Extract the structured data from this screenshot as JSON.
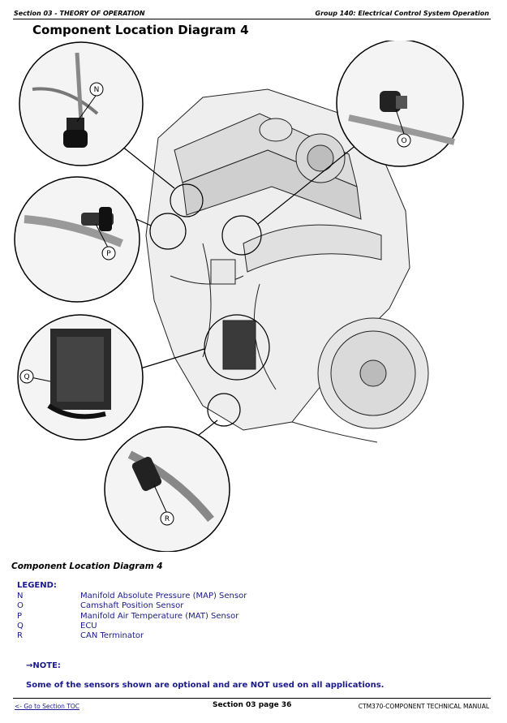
{
  "header": {
    "section": "Section 03 - THEORY OF OPERATION",
    "group": "Group 140: Electrical Control System Operation"
  },
  "page_title": "Component Location Diagram 4",
  "figure": {
    "callouts": [
      "N",
      "O",
      "P",
      "Q",
      "R"
    ]
  },
  "caption": "Component Location Diagram 4",
  "legend": {
    "heading": "LEGEND:",
    "items": [
      {
        "letter": "N",
        "text": "Manifold Absolute Pressure (MAP) Sensor"
      },
      {
        "letter": "O",
        "text": "Camshaft Position Sensor"
      },
      {
        "letter": "P",
        "text": "Manifold Air Temperature (MAT) Sensor"
      },
      {
        "letter": "Q",
        "text": "ECU"
      },
      {
        "letter": "R",
        "text": "CAN Terminator"
      }
    ]
  },
  "note": {
    "heading": "→NOTE:",
    "text": "Some of the sensors shown are optional and are NOT used on all applications."
  },
  "footer": {
    "toc_link": "<- Go to Section TOC",
    "page": "Section 03 page 36",
    "manual": "CTM370-COMPONENT TECHNICAL MANUAL"
  }
}
